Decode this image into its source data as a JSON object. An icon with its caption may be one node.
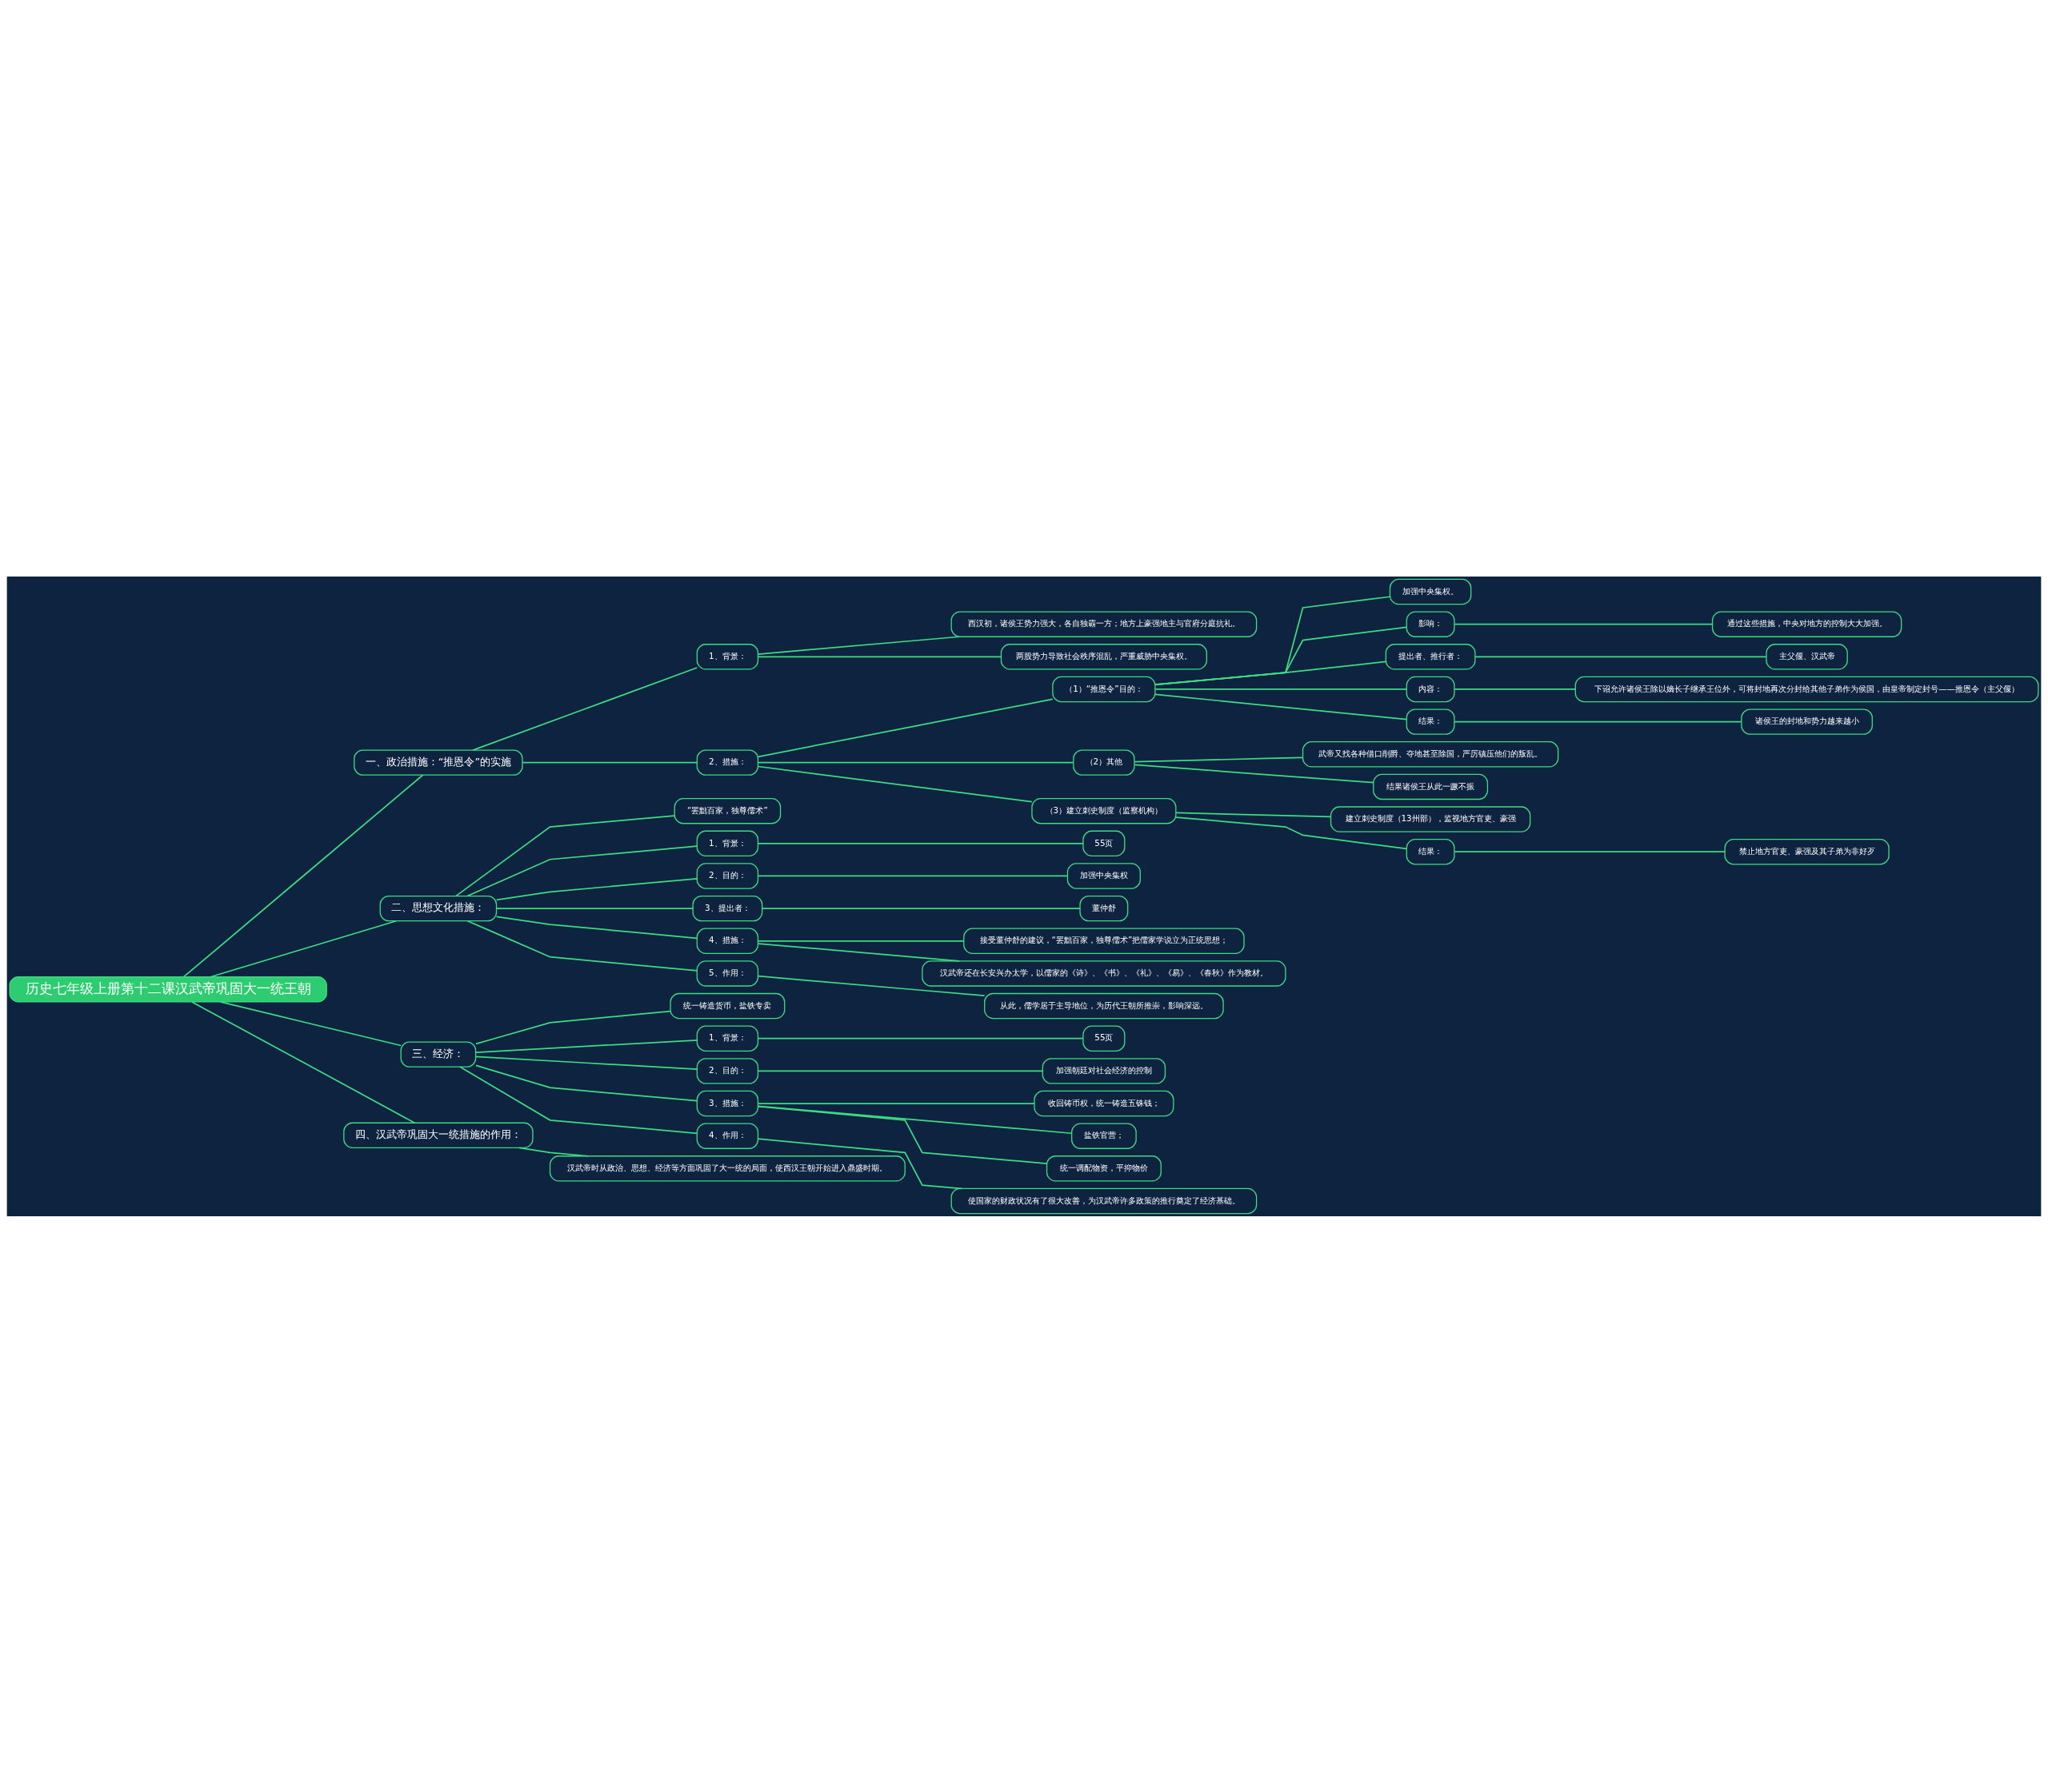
{
  "diagram": {
    "nodes": [
      {
        "text": [
          "历史七年级上册第十二课汉武帝巩固大一统王朝"
        ]
      },
      {
        "text": [
          "一、政治措施：“推恩令”的实施"
        ]
      },
      {
        "text": [
          "1、背景："
        ]
      },
      {
        "text": [
          "西汉初，诸侯王势力强大，各自独霸一方；地方上豪强地主与官府分庭抗礼。"
        ]
      },
      {
        "text": [
          "两股势力导致社会秩序混乱，严重威胁中央集权。"
        ]
      },
      {
        "text": [
          "2、措施："
        ]
      },
      {
        "text": [
          "（1）“推恩令”目的："
        ]
      },
      {
        "text": [
          "加强中央集权。"
        ]
      },
      {
        "text": [
          "影响："
        ]
      },
      {
        "text": [
          "通过这些措施，中央对地方的控制大大加强。"
        ]
      },
      {
        "text": [
          "提出者、推行者："
        ]
      },
      {
        "text": [
          "主父偃、汉武帝"
        ]
      },
      {
        "text": [
          "内容："
        ]
      },
      {
        "text": [
          "下诏允许诸侯王除以嫡长子继承王位外，可将封地再次分封给其他子弟作为侯国，由皇帝制定封号——推恩令（主父偃）"
        ]
      },
      {
        "text": [
          "结果："
        ]
      },
      {
        "text": [
          "诸侯王的封地和势力越来越小"
        ]
      },
      {
        "text": [
          "（2）其他"
        ]
      },
      {
        "text": [
          "武帝又找各种借口削爵、夺地甚至除国，严厉镇压他们的叛乱。"
        ]
      },
      {
        "text": [
          "结果诸侯王从此一蹶不振"
        ]
      },
      {
        "text": [
          "（3）建立刺史制度（监察机构）"
        ]
      },
      {
        "text": [
          "建立刺史制度（13州部），监视地方官吏、豪强"
        ]
      },
      {
        "text": [
          "结果："
        ]
      },
      {
        "text": [
          "禁止地方官吏、豪强及其子弟为非好歹"
        ]
      },
      {
        "text": [
          "二、思想文化措施："
        ]
      },
      {
        "text": [
          "“罢黜百家，独尊儒术”"
        ]
      },
      {
        "text": [
          "1、背景："
        ]
      },
      {
        "text": [
          "55页"
        ]
      },
      {
        "text": [
          "2、目的："
        ]
      },
      {
        "text": [
          "加强中央集权"
        ]
      },
      {
        "text": [
          "3、提出者："
        ]
      },
      {
        "text": [
          "董仲舒"
        ]
      },
      {
        "text": [
          "4、措施："
        ]
      },
      {
        "text": [
          "接受董仲舒的建议，“罢黜百家，独尊儒术”把儒家学说立为正统思想；"
        ]
      },
      {
        "text": [
          "汉武帝还在长安兴办太学，以儒家的《诗》、《书》、《礼》、《易》、《春秋》作为教材。"
        ]
      },
      {
        "text": [
          "5、作用："
        ]
      },
      {
        "text": [
          "从此，儒学居于主导地位，为历代王朝所推崇，影响深远。"
        ]
      },
      {
        "text": [
          "三、经济："
        ]
      },
      {
        "text": [
          "统一铸造货币，盐铁专卖"
        ]
      },
      {
        "text": [
          "1、背景："
        ]
      },
      {
        "text": [
          "55页"
        ]
      },
      {
        "text": [
          "2、目的："
        ]
      },
      {
        "text": [
          "加强朝廷对社会经济的控制"
        ]
      },
      {
        "text": [
          "3、措施："
        ]
      },
      {
        "text": [
          "收回铸币权，统一铸造五铢钱；"
        ]
      },
      {
        "text": [
          "盐铁官营；"
        ]
      },
      {
        "text": [
          "统一调配物资，平抑物价"
        ]
      },
      {
        "text": [
          "4、作用："
        ]
      },
      {
        "text": [
          "使国家的财政状况有了很大改善，为汉武帝许多政策的推行奠定了经济基础。"
        ]
      },
      {
        "text": [
          "四、汉武帝巩固大一统措施的作用："
        ]
      },
      {
        "text": [
          "汉武帝时从政治、思想、经济等方面巩固了大一统的局面，使西汉王朝开始进入鼎盛时期。"
        ]
      }
    ],
    "edges": [
      {
        "from": 0,
        "to": 1,
        "arrow": "none"
      },
      {
        "from": 1,
        "to": 2,
        "arrow": "none"
      },
      {
        "from": 2,
        "to": 3,
        "arrow": "none"
      },
      {
        "from": 2,
        "to": 4,
        "arrow": "none"
      },
      {
        "from": 1,
        "to": 5,
        "arrow": "none"
      },
      {
        "from": 5,
        "to": 6,
        "arrow": "none"
      },
      {
        "from": 6,
        "to": 7,
        "arrow": "none"
      },
      {
        "from": 6,
        "to": 8,
        "arrow": "none"
      },
      {
        "from": 8,
        "to": 9,
        "arrow": "none"
      },
      {
        "from": 6,
        "to": 10,
        "arrow": "none"
      },
      {
        "from": 10,
        "to": 11,
        "arrow": "none"
      },
      {
        "from": 6,
        "to": 12,
        "arrow": "none"
      },
      {
        "from": 12,
        "to": 13,
        "arrow": "none"
      },
      {
        "from": 6,
        "to": 14,
        "arrow": "none"
      },
      {
        "from": 14,
        "to": 15,
        "arrow": "none"
      },
      {
        "from": 5,
        "to": 16,
        "arrow": "none"
      },
      {
        "from": 16,
        "to": 17,
        "arrow": "none"
      },
      {
        "from": 16,
        "to": 18,
        "arrow": "none"
      },
      {
        "from": 5,
        "to": 19,
        "arrow": "none"
      },
      {
        "from": 19,
        "to": 20,
        "arrow": "none"
      },
      {
        "from": 19,
        "to": 21,
        "arrow": "none"
      },
      {
        "from": 21,
        "to": 22,
        "arrow": "none"
      },
      {
        "from": 0,
        "to": 23,
        "arrow": "none"
      },
      {
        "from": 23,
        "to": 24,
        "arrow": "none"
      },
      {
        "from": 23,
        "to": 25,
        "arrow": "none"
      },
      {
        "from": 25,
        "to": 26,
        "arrow": "none"
      },
      {
        "from": 23,
        "to": 27,
        "arrow": "none"
      },
      {
        "from": 27,
        "to": 28,
        "arrow": "none"
      },
      {
        "from": 23,
        "to": 29,
        "arrow": "none"
      },
      {
        "from": 29,
        "to": 30,
        "arrow": "none"
      },
      {
        "from": 23,
        "to": 31,
        "arrow": "none"
      },
      {
        "from": 31,
        "to": 32,
        "arrow": "none"
      },
      {
        "from": 31,
        "to": 33,
        "arrow": "none"
      },
      {
        "from": 23,
        "to": 34,
        "arrow": "none"
      },
      {
        "from": 34,
        "to": 35,
        "arrow": "none"
      },
      {
        "from": 0,
        "to": 36,
        "arrow": "none"
      },
      {
        "from": 36,
        "to": 37,
        "arrow": "none"
      },
      {
        "from": 36,
        "to": 38,
        "arrow": "none"
      },
      {
        "from": 38,
        "to": 39,
        "arrow": "none"
      },
      {
        "from": 36,
        "to": 40,
        "arrow": "none"
      },
      {
        "from": 40,
        "to": 41,
        "arrow": "none"
      },
      {
        "from": 36,
        "to": 42,
        "arrow": "none"
      },
      {
        "from": 42,
        "to": 43,
        "arrow": "none"
      },
      {
        "from": 42,
        "to": 44,
        "arrow": "none"
      },
      {
        "from": 42,
        "to": 45,
        "arrow": "none"
      },
      {
        "from": 36,
        "to": 46,
        "arrow": "none"
      },
      {
        "from": 46,
        "to": 47,
        "arrow": "none"
      },
      {
        "from": 0,
        "to": 48,
        "arrow": "none"
      },
      {
        "from": 48,
        "to": 49,
        "arrow": "none"
      }
    ]
  }
}
